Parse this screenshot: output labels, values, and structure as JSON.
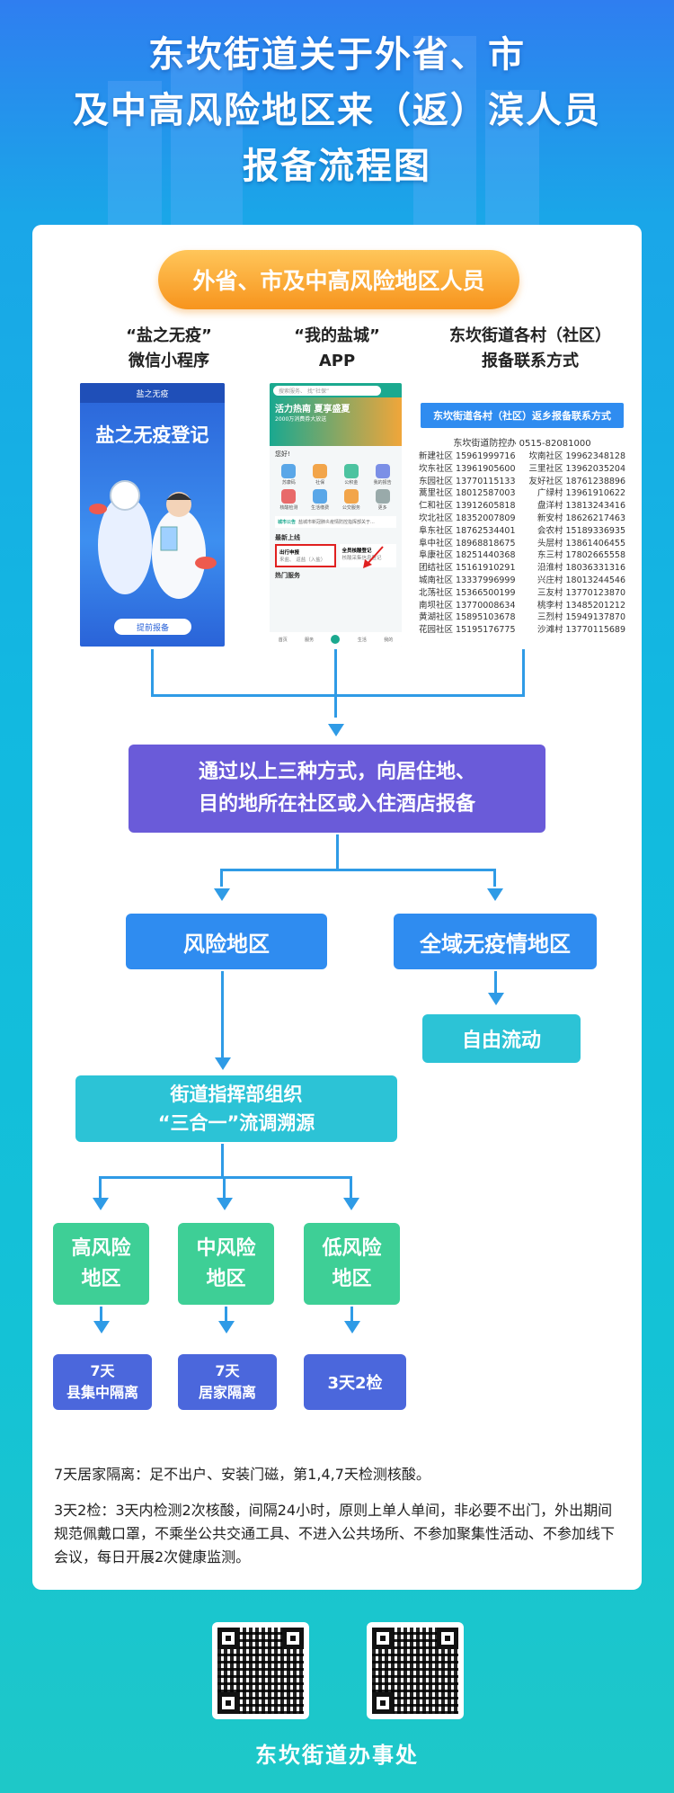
{
  "title": {
    "line1": "东坎街道关于外省、市",
    "line2": "及中高风险地区来（返）滨人员",
    "line3": "报备流程图"
  },
  "source_pill": "外省、市及中高风险地区人员",
  "methods": [
    {
      "line1": "“盐之无疫”",
      "line2": "微信小程序"
    },
    {
      "line1": "“我的盐城”",
      "line2": "APP"
    },
    {
      "line1": "东坎街道各村（社区）",
      "line2": "报备联系方式"
    }
  ],
  "miniprogram": {
    "header": "盐之无疫",
    "banner": "盐之无疫登记",
    "button": "提前报备"
  },
  "app": {
    "search": "搜索服务、 找“社保”",
    "banner_title": "活力热南 夏享盛夏",
    "banner_sub": "2000万消费券大放送",
    "greeting": "您好!",
    "grid": [
      "苏康码",
      "社保",
      "公积金",
      "我的报告",
      "核酸检测",
      "生活缴费",
      "公交服务",
      "更多"
    ],
    "notice_label": "城市公告",
    "notice_text": "盐城市新冠肺炎疫情防控指挥部关于...",
    "section": "最新上线",
    "card1_title": "出行申报",
    "card1_sub": "来盐、 返盐（入盐）",
    "card2_title": "全员核酸登记",
    "card2_sub": "核酸采集信息登记",
    "section2": "热门服务",
    "nav": [
      "首页",
      "服务",
      "",
      "生活",
      "我的"
    ]
  },
  "contacts": {
    "header": "东坎街道各村（社区）返乡报备联系方式",
    "office": "东坎街道防控办 0515-82081000",
    "rows": [
      [
        "新建社区 15961999716",
        "坎南社区 19962348128"
      ],
      [
        "坎东社区 13961905600",
        "三里社区 13962035204"
      ],
      [
        "东园社区 13770115133",
        "友好社区 18761238896"
      ],
      [
        "蒿里社区 18012587003",
        "广绿村 13961910622"
      ],
      [
        "仁和社区 13912605818",
        "盘洋村 13813243416"
      ],
      [
        "坎北社区 18352007809",
        "新安村 18626217463"
      ],
      [
        "阜东社区 18762534401",
        "会农村 15189336935"
      ],
      [
        "阜中社区 18968818675",
        "头层村 13861406455"
      ],
      [
        "阜康社区 18251440368",
        "东三村 17802665558"
      ],
      [
        "团结社区 15161910291",
        "沿淮村 18036331316"
      ],
      [
        "城南社区 13337996999",
        "兴庄村 18013244546"
      ],
      [
        "北荡社区 15366500199",
        "三友村 13770123870"
      ],
      [
        "南坝社区 13770008634",
        "桃李村 13485201212"
      ],
      [
        "黄湖社区 15895103678",
        "三烈村 15949137870"
      ],
      [
        "花园社区 15195176775",
        "沙滩村 13770115689"
      ]
    ]
  },
  "flow": {
    "report": {
      "line1": "通过以上三种方式，向居住地、",
      "line2": "目的地所在社区或入住酒店报备"
    },
    "risk_area": "风险地区",
    "safe_area": "全域无疫情地区",
    "free_flow": "自由流动",
    "command": {
      "line1": "街道指挥部组织",
      "line2": "“三合一”流调溯源"
    },
    "levels": [
      {
        "line1": "高风险",
        "line2": "地区",
        "result1": "7天",
        "result2": "县集中隔离"
      },
      {
        "line1": "中风险",
        "line2": "地区",
        "result1": "7天",
        "result2": "居家隔离"
      },
      {
        "line1": "低风险",
        "line2": "地区",
        "result1": "3天2检",
        "result2": ""
      }
    ]
  },
  "notes": {
    "note1": "7天居家隔离：足不出户、安装门磁，第1,4,7天检测核酸。",
    "note2": "3天2检：3天内检测2次核酸，间隔24小时，原则上单人单间，非必要不出门，外出期间规范佩戴口罩，不乘坐公共交通工具、不进入公共场所、不参加聚集性活动、不参加线下会议，每日开展2次健康监测。"
  },
  "footer": "东坎街道办事处"
}
